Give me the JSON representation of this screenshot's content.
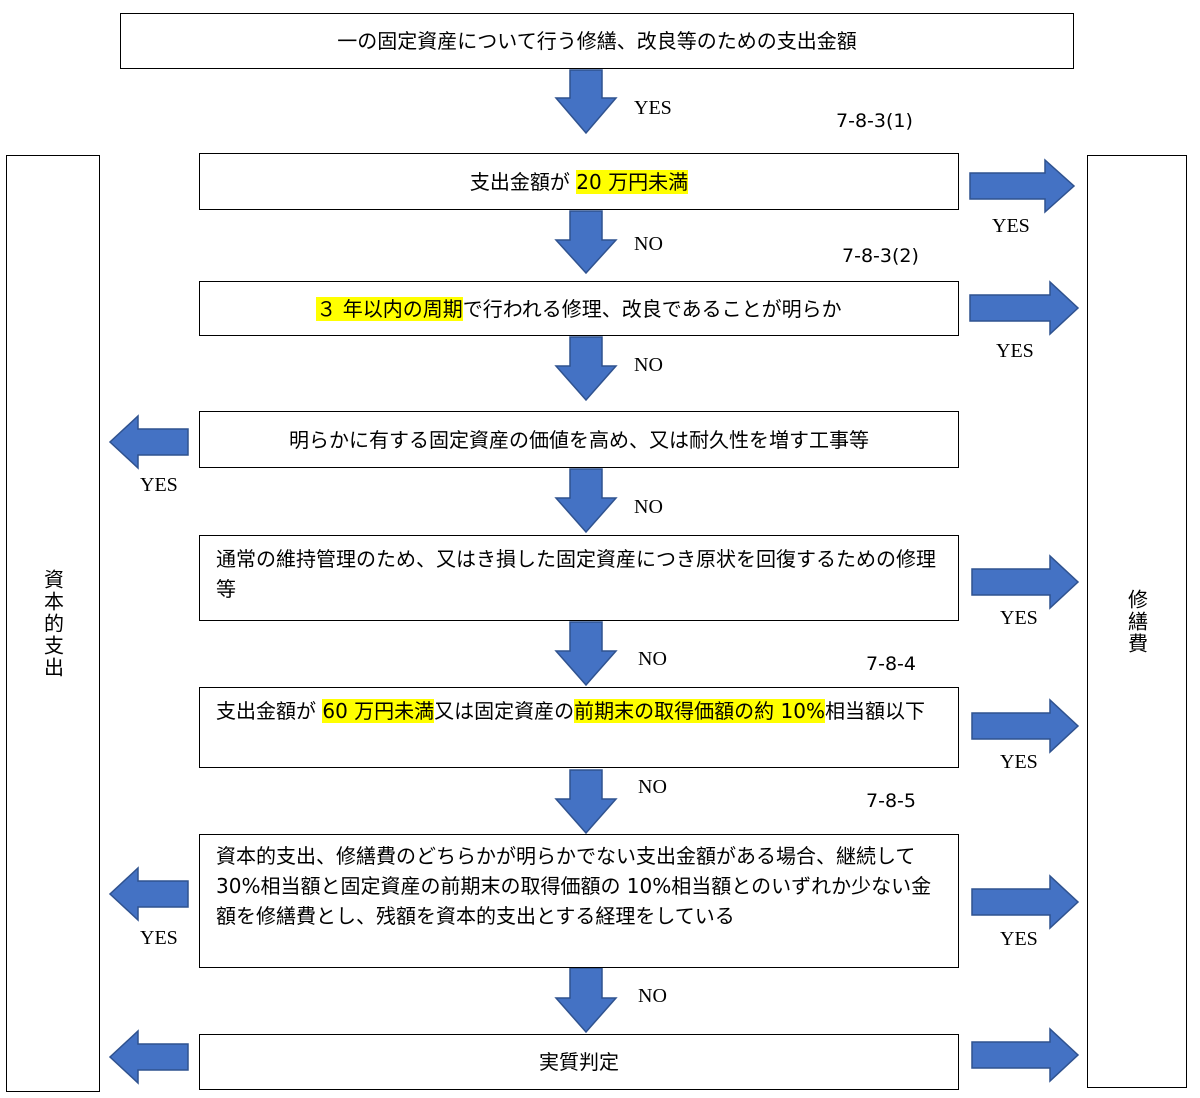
{
  "top_box": "一の固定資産について行う修繕、改良等のための支出金額",
  "step1": {
    "pre": "支出金額が ",
    "hl": "20 万円未満",
    "post": ""
  },
  "step2": {
    "hl": "３ 年以内の周期",
    "post": "で行われる修理、改良であることが明らか"
  },
  "step3": "明らかに有する固定資産の価値を高め、又は耐久性を増す工事等",
  "step4": "通常の維持管理のため、又はき損した固定資産につき原状を回復するための修理等",
  "step5": {
    "pre": "支出金額が ",
    "hl1": "60 万円未満",
    "mid": "又は固定資産の",
    "hl2": "前期末の取得価額の約 10%",
    "post": "相当額以下"
  },
  "step6": "資本的支出、修繕費のどちらかが明らかでない支出金額がある場合、継続して 30%相当額と固定資産の前期末の取得価額の 10%相当額とのいずれか少ない金額を修繕費とし、残額を資本的支出とする経理をしている",
  "step7": "実質判定",
  "left_side": "資本的支出",
  "right_side": "修繕費",
  "refs": {
    "r1": "7-8-3(1)",
    "r2": "7-8-3(2)",
    "r3": "7-8-4",
    "r4": "7-8-5"
  },
  "labels": {
    "yes": "YES",
    "no": "NO"
  },
  "colors": {
    "arrow_fill": "#4472c4",
    "highlight": "#ffff00"
  }
}
